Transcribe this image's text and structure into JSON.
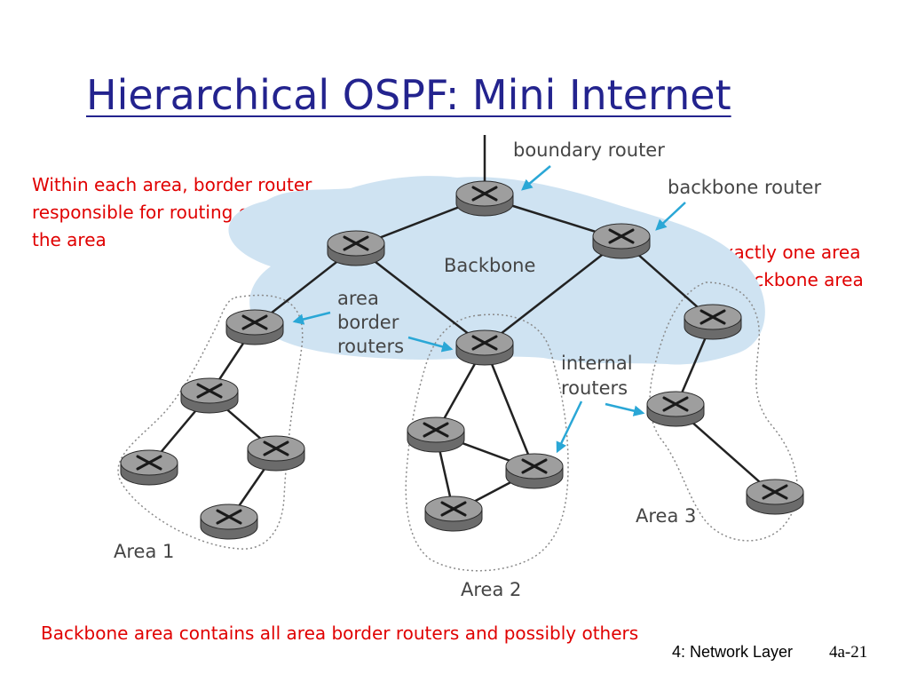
{
  "title": "Hierarchical OSPF: Mini Internet",
  "notes": {
    "left": [
      "Within each area, border router",
      "responsible for routing outside",
      "the area"
    ],
    "right": [
      "Exactly one area",
      "is backbone area"
    ],
    "bottom": "Backbone area contains all area border routers and possibly others"
  },
  "diagram": {
    "labels": {
      "boundary_router": "boundary router",
      "backbone_router": "backbone router",
      "backbone": "Backbone",
      "area_border_routers": [
        "area",
        "border",
        "routers"
      ],
      "internal_routers": [
        "internal",
        "routers"
      ],
      "area1": "Area 1",
      "area2": "Area 2",
      "area3": "Area 3"
    },
    "routers": [
      {
        "id": "boundary",
        "area": "backbone"
      },
      {
        "id": "backbone-left",
        "area": "backbone"
      },
      {
        "id": "backbone-right",
        "area": "backbone"
      },
      {
        "id": "abr-area1",
        "area": "area1"
      },
      {
        "id": "abr-area2",
        "area": "area2"
      },
      {
        "id": "abr-area3",
        "area": "area3"
      },
      {
        "id": "area1-mid",
        "area": "area1"
      },
      {
        "id": "area1-bottom-left",
        "area": "area1"
      },
      {
        "id": "area1-right",
        "area": "area1"
      },
      {
        "id": "area1-bottom",
        "area": "area1"
      },
      {
        "id": "area2-left",
        "area": "area2"
      },
      {
        "id": "area2-right",
        "area": "area2"
      },
      {
        "id": "area2-bottom",
        "area": "area2"
      },
      {
        "id": "area3-mid",
        "area": "area3"
      },
      {
        "id": "area3-bottom",
        "area": "area3"
      }
    ],
    "links": [
      [
        "boundary",
        "backbone-left"
      ],
      [
        "boundary",
        "backbone-right"
      ],
      [
        "backbone-left",
        "abr-area1"
      ],
      [
        "backbone-left",
        "abr-area2"
      ],
      [
        "backbone-right",
        "abr-area2"
      ],
      [
        "backbone-right",
        "abr-area3"
      ],
      [
        "abr-area1",
        "area1-mid"
      ],
      [
        "area1-mid",
        "area1-bottom-left"
      ],
      [
        "area1-mid",
        "area1-right"
      ],
      [
        "area1-right",
        "area1-bottom"
      ],
      [
        "abr-area2",
        "area2-left"
      ],
      [
        "abr-area2",
        "area2-right"
      ],
      [
        "area2-left",
        "area2-right"
      ],
      [
        "area2-left",
        "area2-bottom"
      ],
      [
        "area2-right",
        "area2-bottom"
      ],
      [
        "abr-area3",
        "area3-mid"
      ],
      [
        "area3-mid",
        "area3-bottom"
      ]
    ],
    "colors": {
      "backbone_fill": "#cfe3f2",
      "router_fill": "#9e9e9e",
      "link": "#222222",
      "arrow": "#2aa7d6",
      "area_outline": "#8a8a8a"
    }
  },
  "footer": {
    "left": "4: Network Layer",
    "right": "4a-21"
  }
}
